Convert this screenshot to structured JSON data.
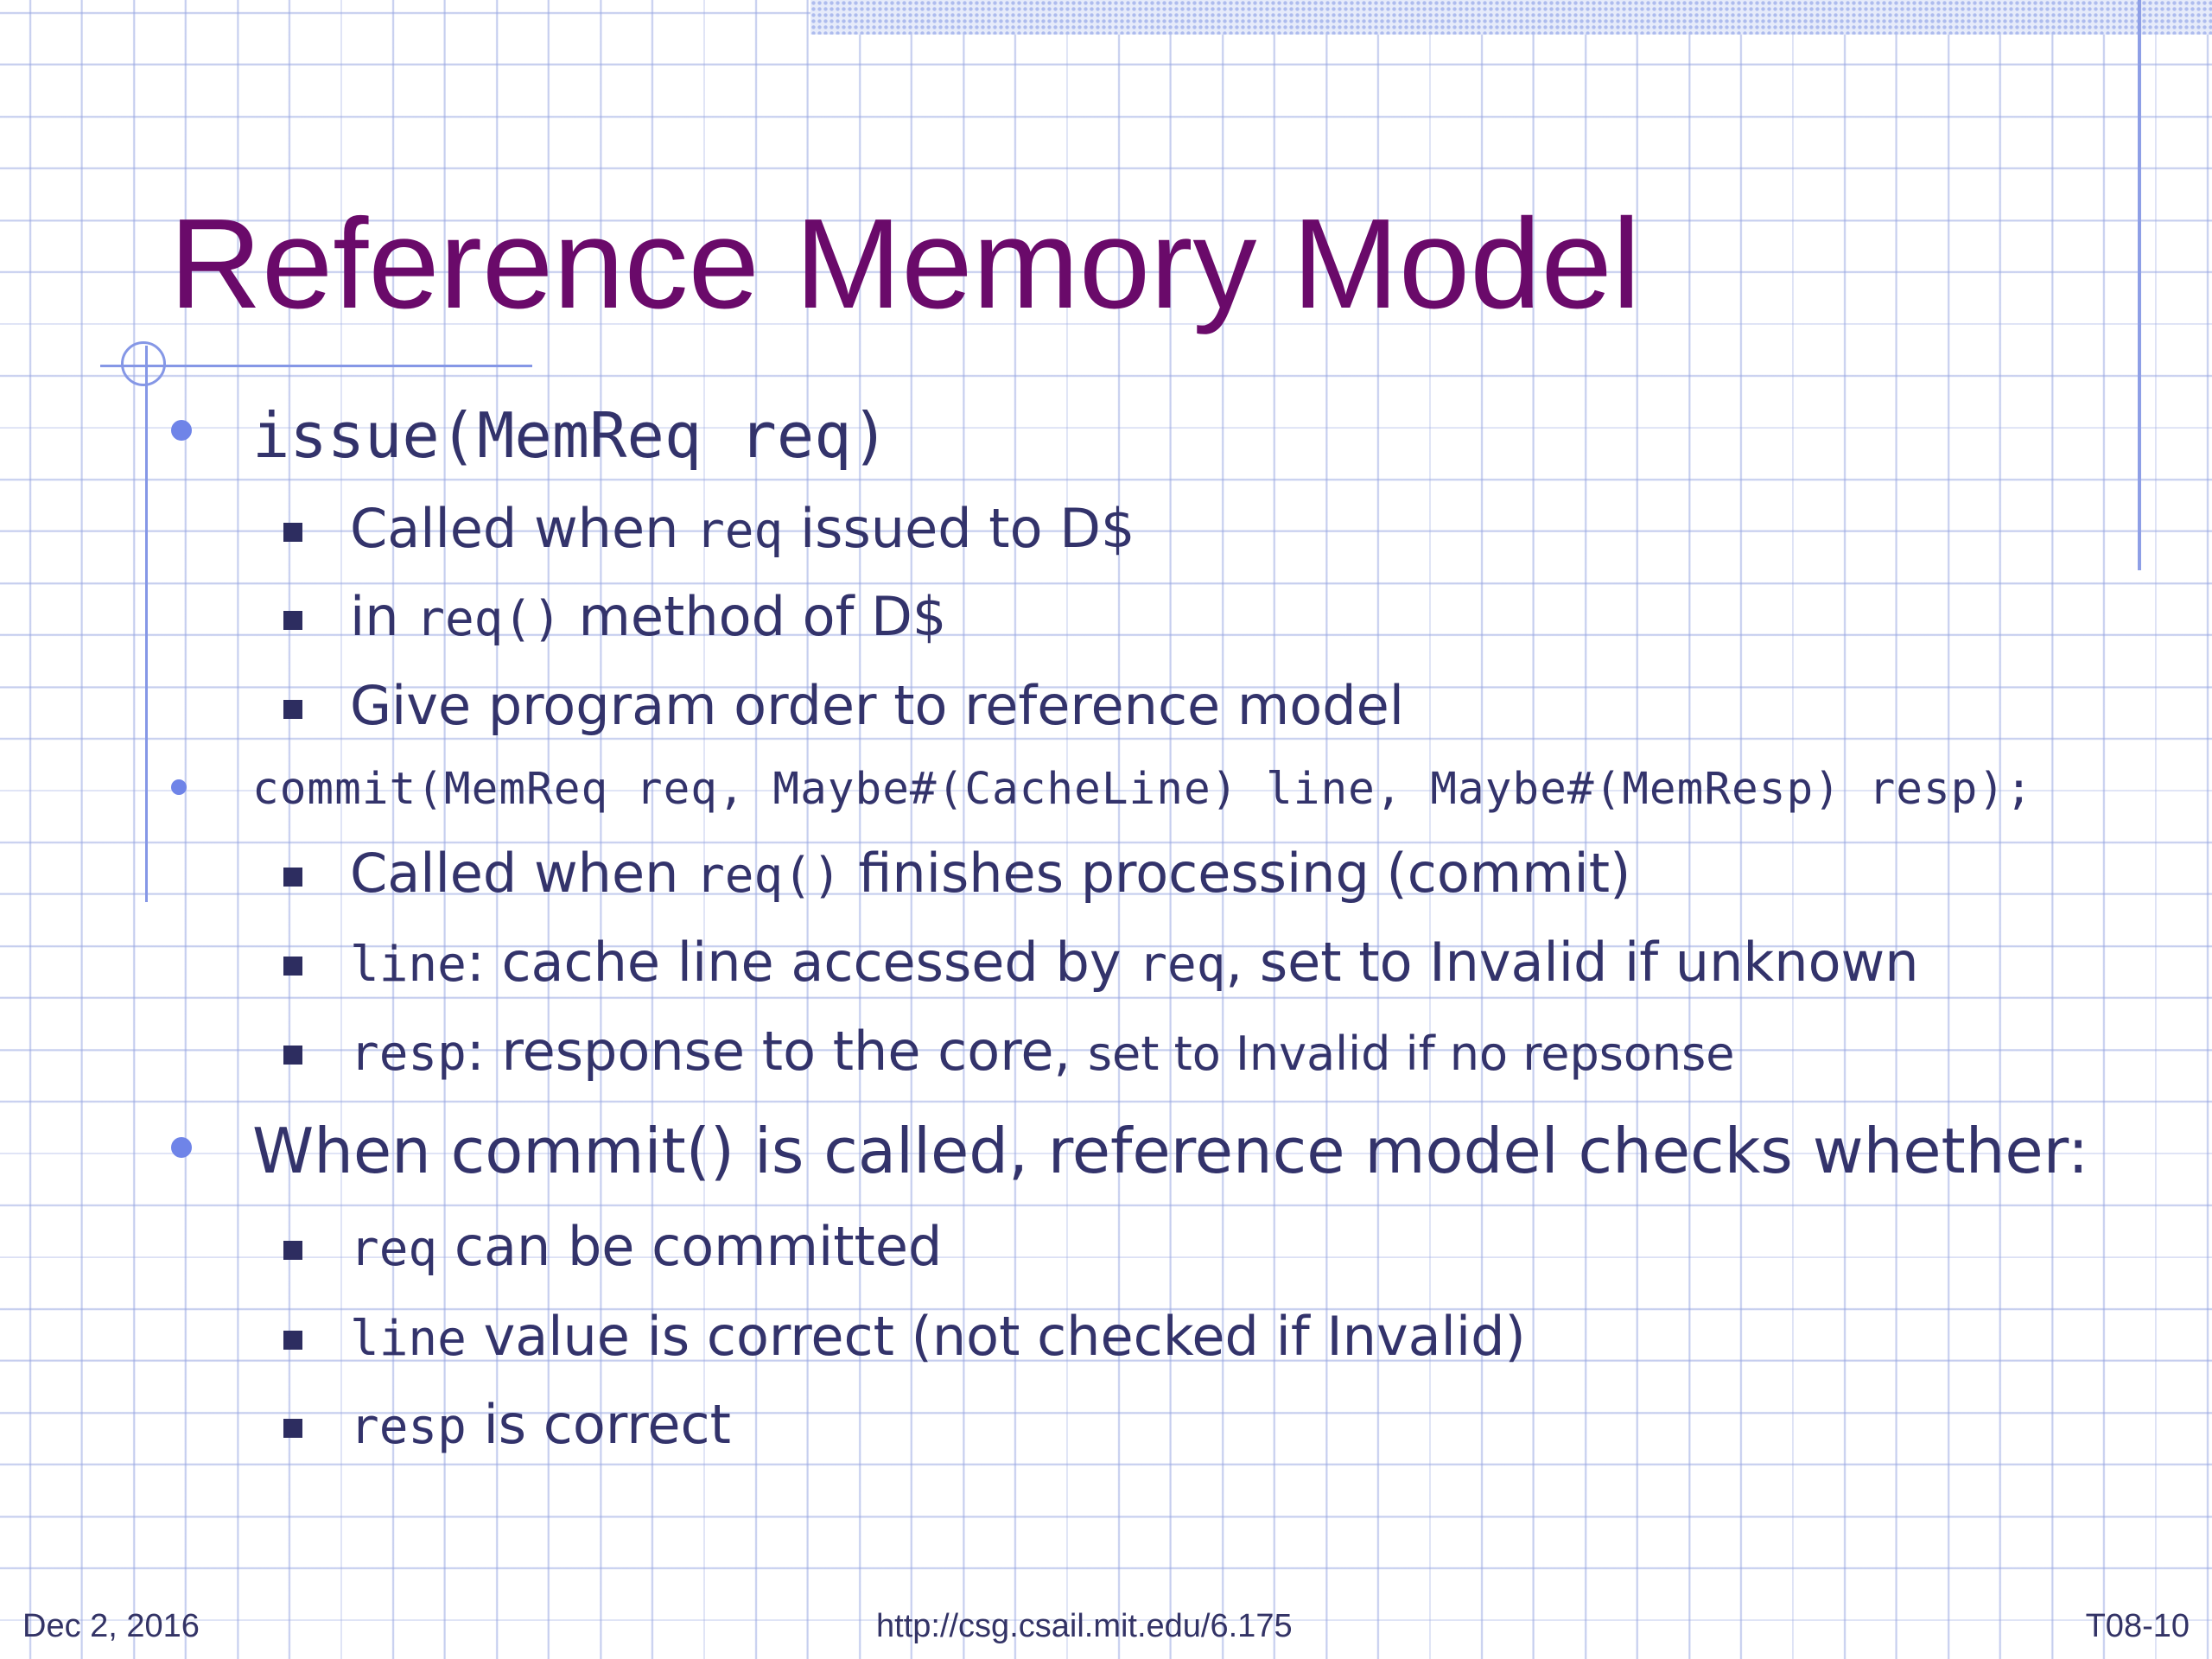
{
  "title": "Reference Memory Model",
  "bullets": [
    {
      "code": "issue(MemReq req)",
      "subs": [
        {
          "a": "Called when ",
          "code": "req",
          "b": " issued to D$"
        },
        {
          "a": "in ",
          "code": "req()",
          "b": " method of D$"
        },
        {
          "a": "Give program order to reference model"
        }
      ]
    },
    {
      "code": "commit(MemReq req, Maybe#(CacheLine) line, Maybe#(MemResp) resp);",
      "subs": [
        {
          "a": "Called when ",
          "code": "req()",
          "b": " finishes processing (commit)"
        },
        {
          "code": "line",
          "b": ": cache line accessed by ",
          "code2": "req",
          "c": ", set to Invalid if unknown"
        },
        {
          "code": "resp",
          "b": ": response to the core, ",
          "small": "set to Invalid if no repsonse"
        }
      ]
    },
    {
      "text": "When commit() is called, reference model checks whether:",
      "subs": [
        {
          "code": "req",
          "b": " can be committed"
        },
        {
          "code": "line",
          "b": " value is correct (not checked if Invalid)"
        },
        {
          "code": "resp",
          "b": " is correct"
        }
      ]
    }
  ],
  "footer": {
    "date": "Dec 2, 2016",
    "url": "http://csg.csail.mit.edu/6.175",
    "slide_number": "T08-10"
  },
  "colors": {
    "title": "#6a0a6a",
    "body_text": "#33336b",
    "bullet_dot": "#6f84e8",
    "bullet_square": "#2d2d60",
    "grid": "#96a5e1"
  }
}
